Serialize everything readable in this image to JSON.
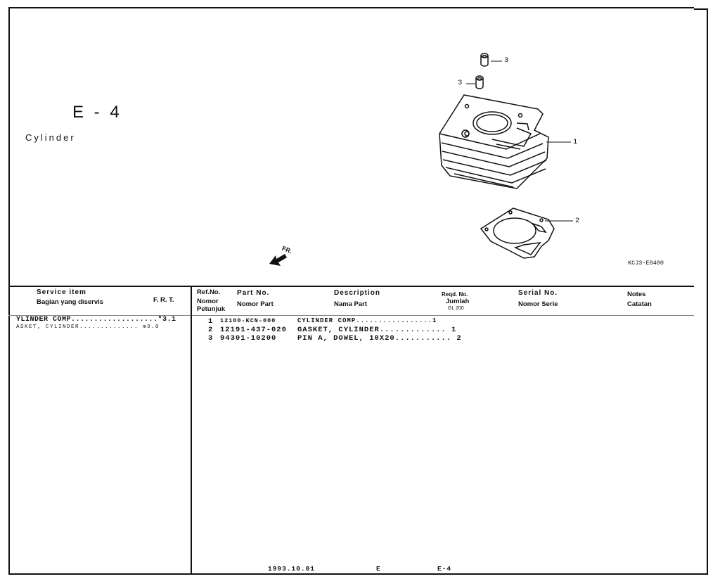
{
  "section": {
    "code": "E - 4",
    "name": "Cylinder"
  },
  "illustration": {
    "callouts": [
      "3",
      "3",
      "1",
      "2"
    ],
    "front_label": "FR.",
    "code": "KCJ3-E0400"
  },
  "table_header": {
    "service_item": "Service   item",
    "service_item_sub": "Bagian yang diservis",
    "frt": "F. R. T.",
    "ref_no": "Ref.No.",
    "nomor": "Nomor",
    "petunjuk": "Petunjuk",
    "part_no": "Part  No.",
    "nomor_part": "Nomor Part",
    "description": "Description",
    "nama_part": "Nama  Part",
    "reqd_no": "Reqd. No.",
    "jumlah": "Jumlah",
    "model": "GL 200",
    "serial_no": "Serial  No.",
    "nomor_serie": "Nomor Serie",
    "notes": "Notes",
    "catatan": "Catatan"
  },
  "service_items": [
    {
      "text": "YLINDER COMP...................*3.1"
    },
    {
      "text": "ASKET, CYLINDER.............. m3.0"
    }
  ],
  "parts": [
    {
      "ref": "1",
      "part_no": "12100-KCN-000",
      "description": "CYLINDER COMP.................1"
    },
    {
      "ref": "2",
      "part_no": "12191-437-020",
      "description": "GASKET, CYLINDER............. 1"
    },
    {
      "ref": "3",
      "part_no": "94301-10200",
      "description": "PIN A, DOWEL, 10X20........... 2"
    }
  ],
  "footer": {
    "date": "1993.10.01",
    "edition": "E",
    "page": "E-4"
  }
}
